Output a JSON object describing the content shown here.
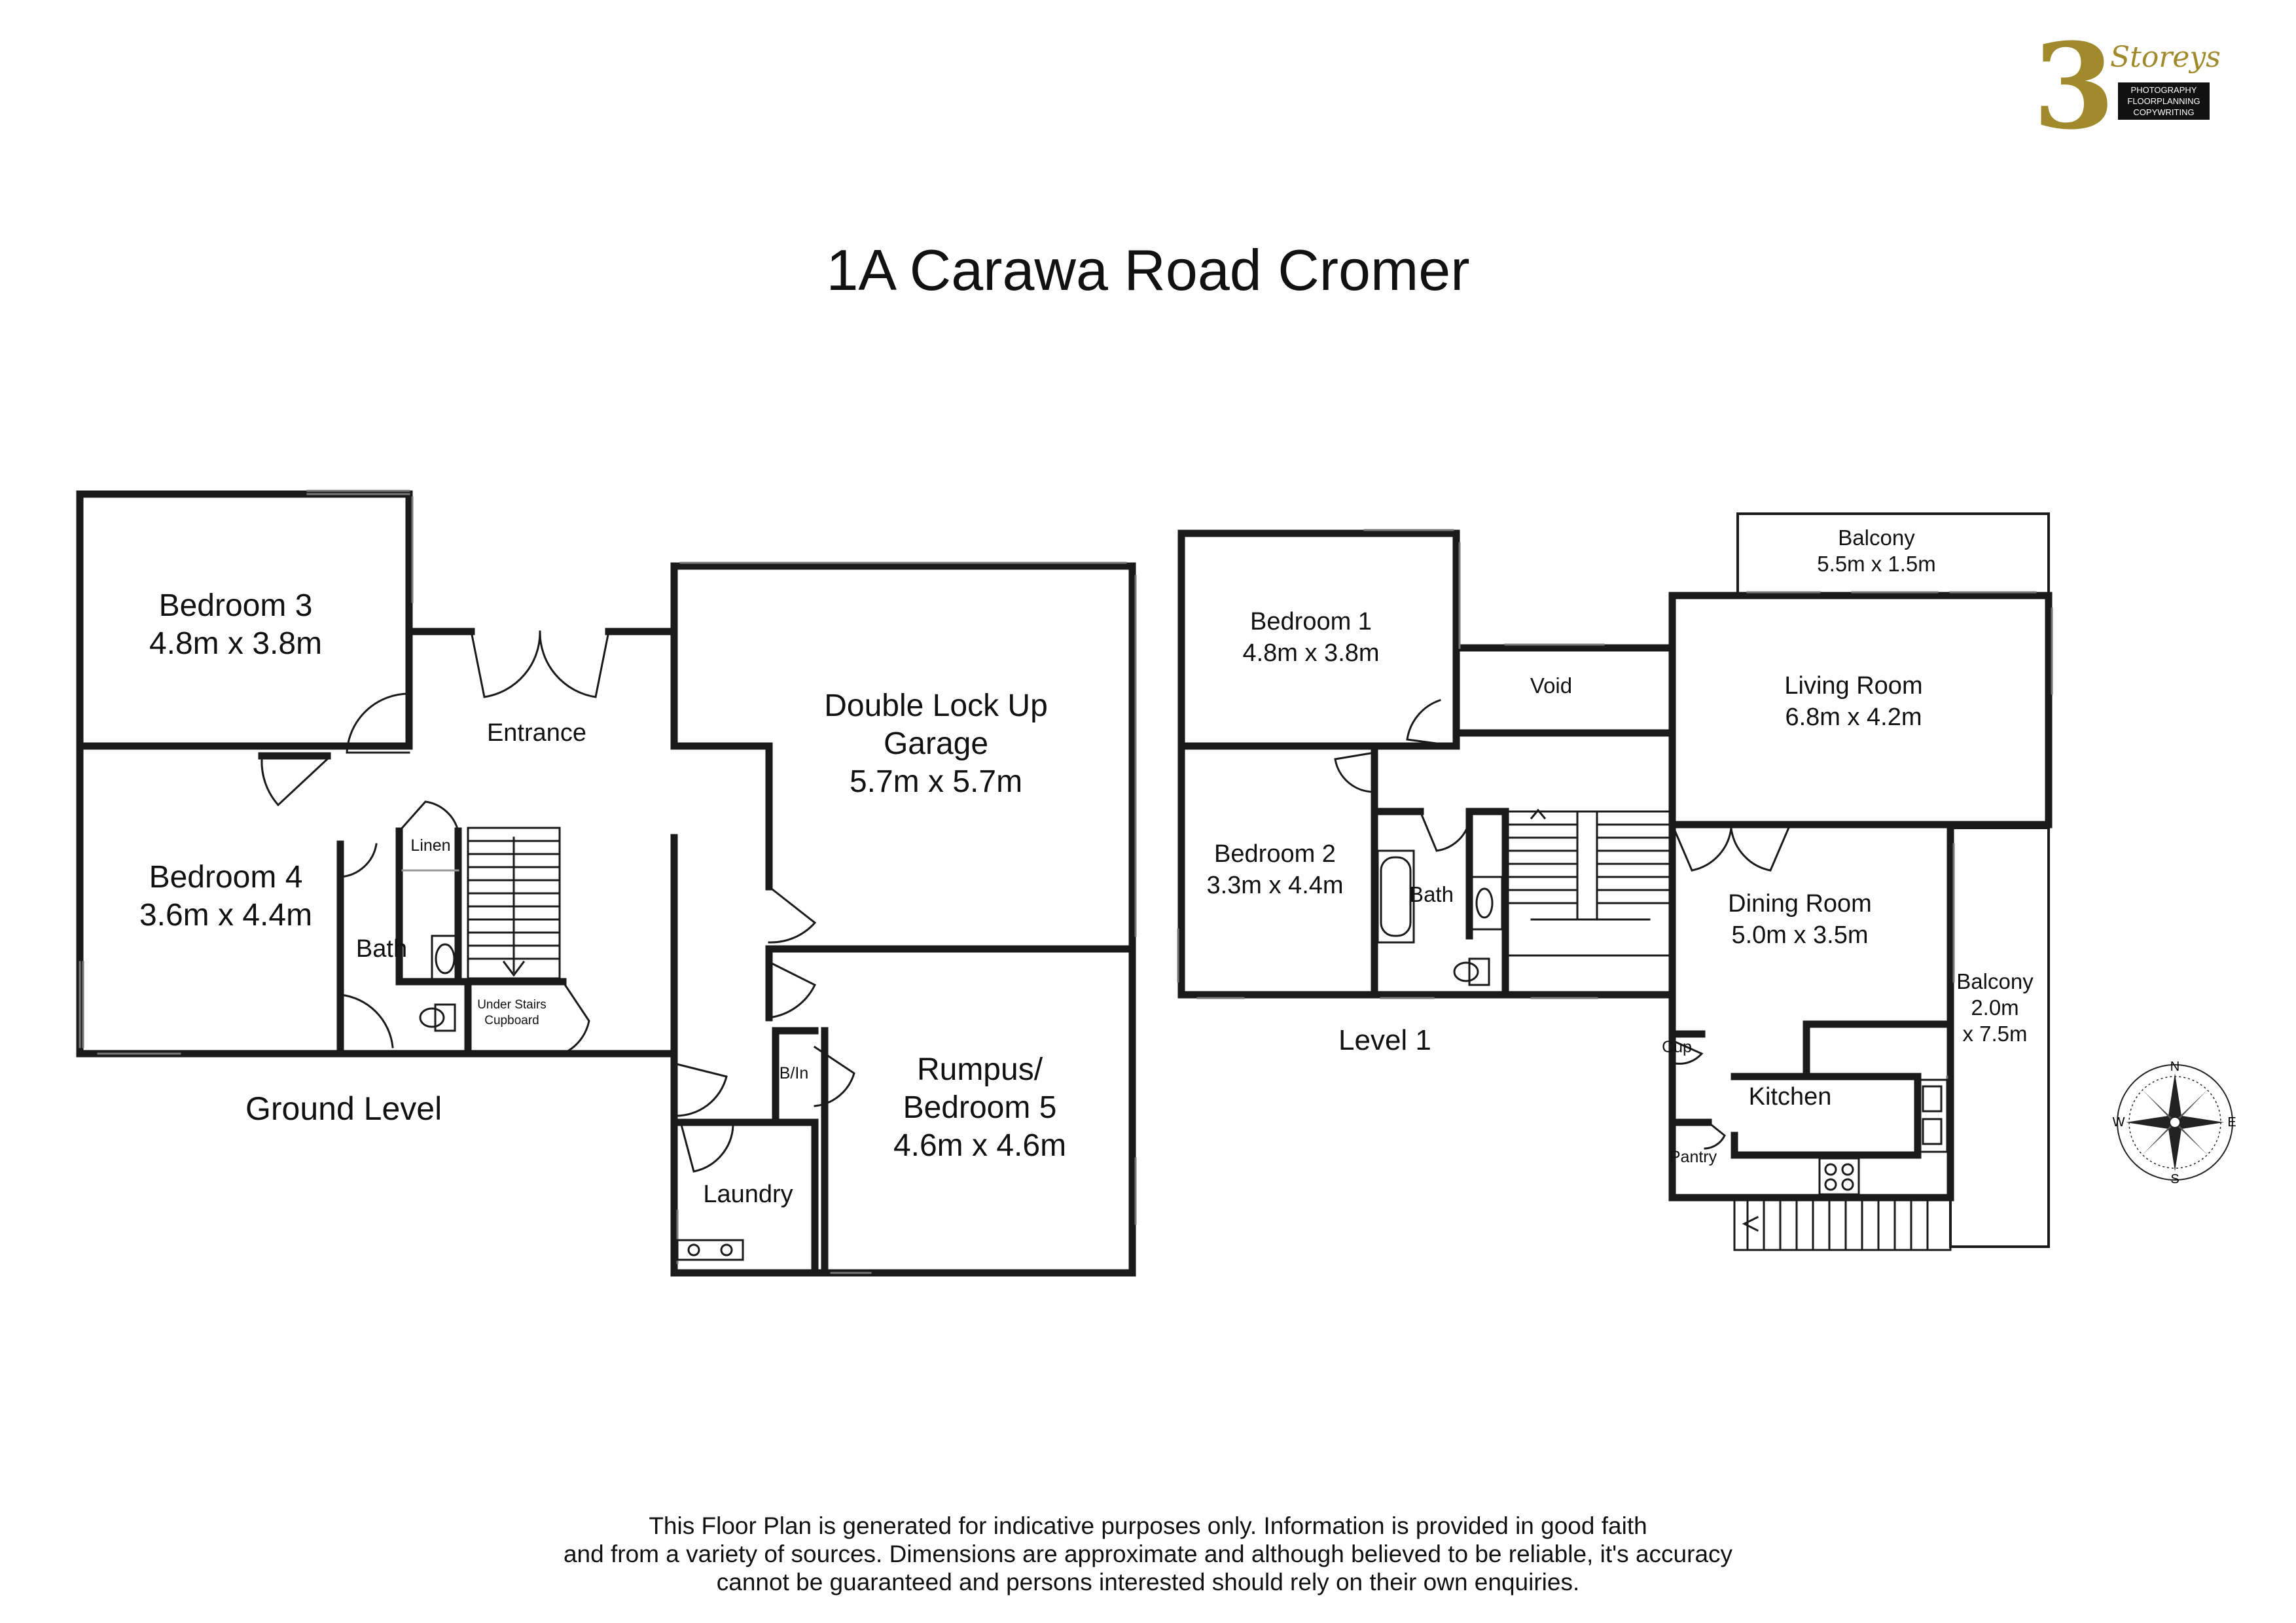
{
  "title": "1A Carawa Road Cromer",
  "logo": {
    "brand": "3 Storeys",
    "numeral": "3",
    "word": "Storeys",
    "services": [
      "PHOTOGRAPHY",
      "FLOORPLANNING",
      "COPYWRITING"
    ]
  },
  "levels": {
    "ground": "Ground Level",
    "level1": "Level 1"
  },
  "ground_rooms": {
    "bedroom3": {
      "name": "Bedroom 3",
      "size": "4.8m x 3.8m"
    },
    "bedroom4": {
      "name": "Bedroom 4",
      "size": "3.6m x 4.4m"
    },
    "entrance": "Entrance",
    "linen": "Linen",
    "bath": "Bath",
    "under_stairs_1": "Under Stairs",
    "under_stairs_2": "Cupboard",
    "garage_1": "Double Lock Up",
    "garage_2": "Garage",
    "garage_size": "5.7m x 5.7m",
    "bin": "B/In",
    "rumpus_1": "Rumpus/",
    "rumpus_2": "Bedroom 5",
    "rumpus_size": "4.6m x 4.6m",
    "laundry": "Laundry"
  },
  "level1_rooms": {
    "bedroom1": {
      "name": "Bedroom 1",
      "size": "4.8m x 3.8m"
    },
    "bedroom2": {
      "name": "Bedroom 2",
      "size": "3.3m x 4.4m"
    },
    "void": "Void",
    "bath": "Bath",
    "balcony_top": {
      "name": "Balcony",
      "size": "5.5m x 1.5m"
    },
    "living": {
      "name": "Living Room",
      "size": "6.8m x 4.2m"
    },
    "dining": {
      "name": "Dining Room",
      "size": "5.0m x 3.5m"
    },
    "balcony_side": {
      "name": "Balcony",
      "size_1": "2.0m",
      "size_2": "x 7.5m"
    },
    "cup": "Cup",
    "kitchen": "Kitchen",
    "pantry": "Pantry"
  },
  "compass": {
    "n": "N",
    "e": "E",
    "s": "S",
    "w": "W"
  },
  "disclaimer": [
    "This Floor Plan is generated for indicative purposes only. Information is provided in good faith",
    "and from a variety of sources. Dimensions are approximate and although believed to be reliable, it's accuracy",
    "cannot be guaranteed and persons interested should rely on their own enquiries."
  ],
  "colors": {
    "wall": "#1a1a1a",
    "logo_gold": "#a08a2c",
    "window": "#9a9a9a"
  }
}
